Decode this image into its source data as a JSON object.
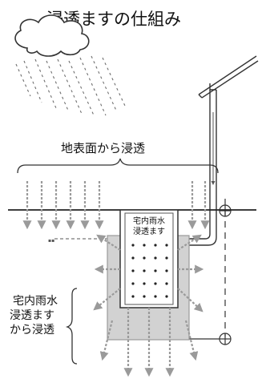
{
  "title": "浸透ますの仕組み",
  "labels": {
    "surface": "地表面から浸透",
    "box_line1": "宅内雨水",
    "box_line2": "浸透ます",
    "side_line1": "宅内雨水",
    "side_line2": "浸透ます",
    "side_line3": "から浸透"
  },
  "colors": {
    "ink": "#222222",
    "arrow": "#9a9a9a",
    "gravel": "#d2d2d2",
    "gravel_edge": "#9a9a9a",
    "rain": "#6e6e6e"
  }
}
